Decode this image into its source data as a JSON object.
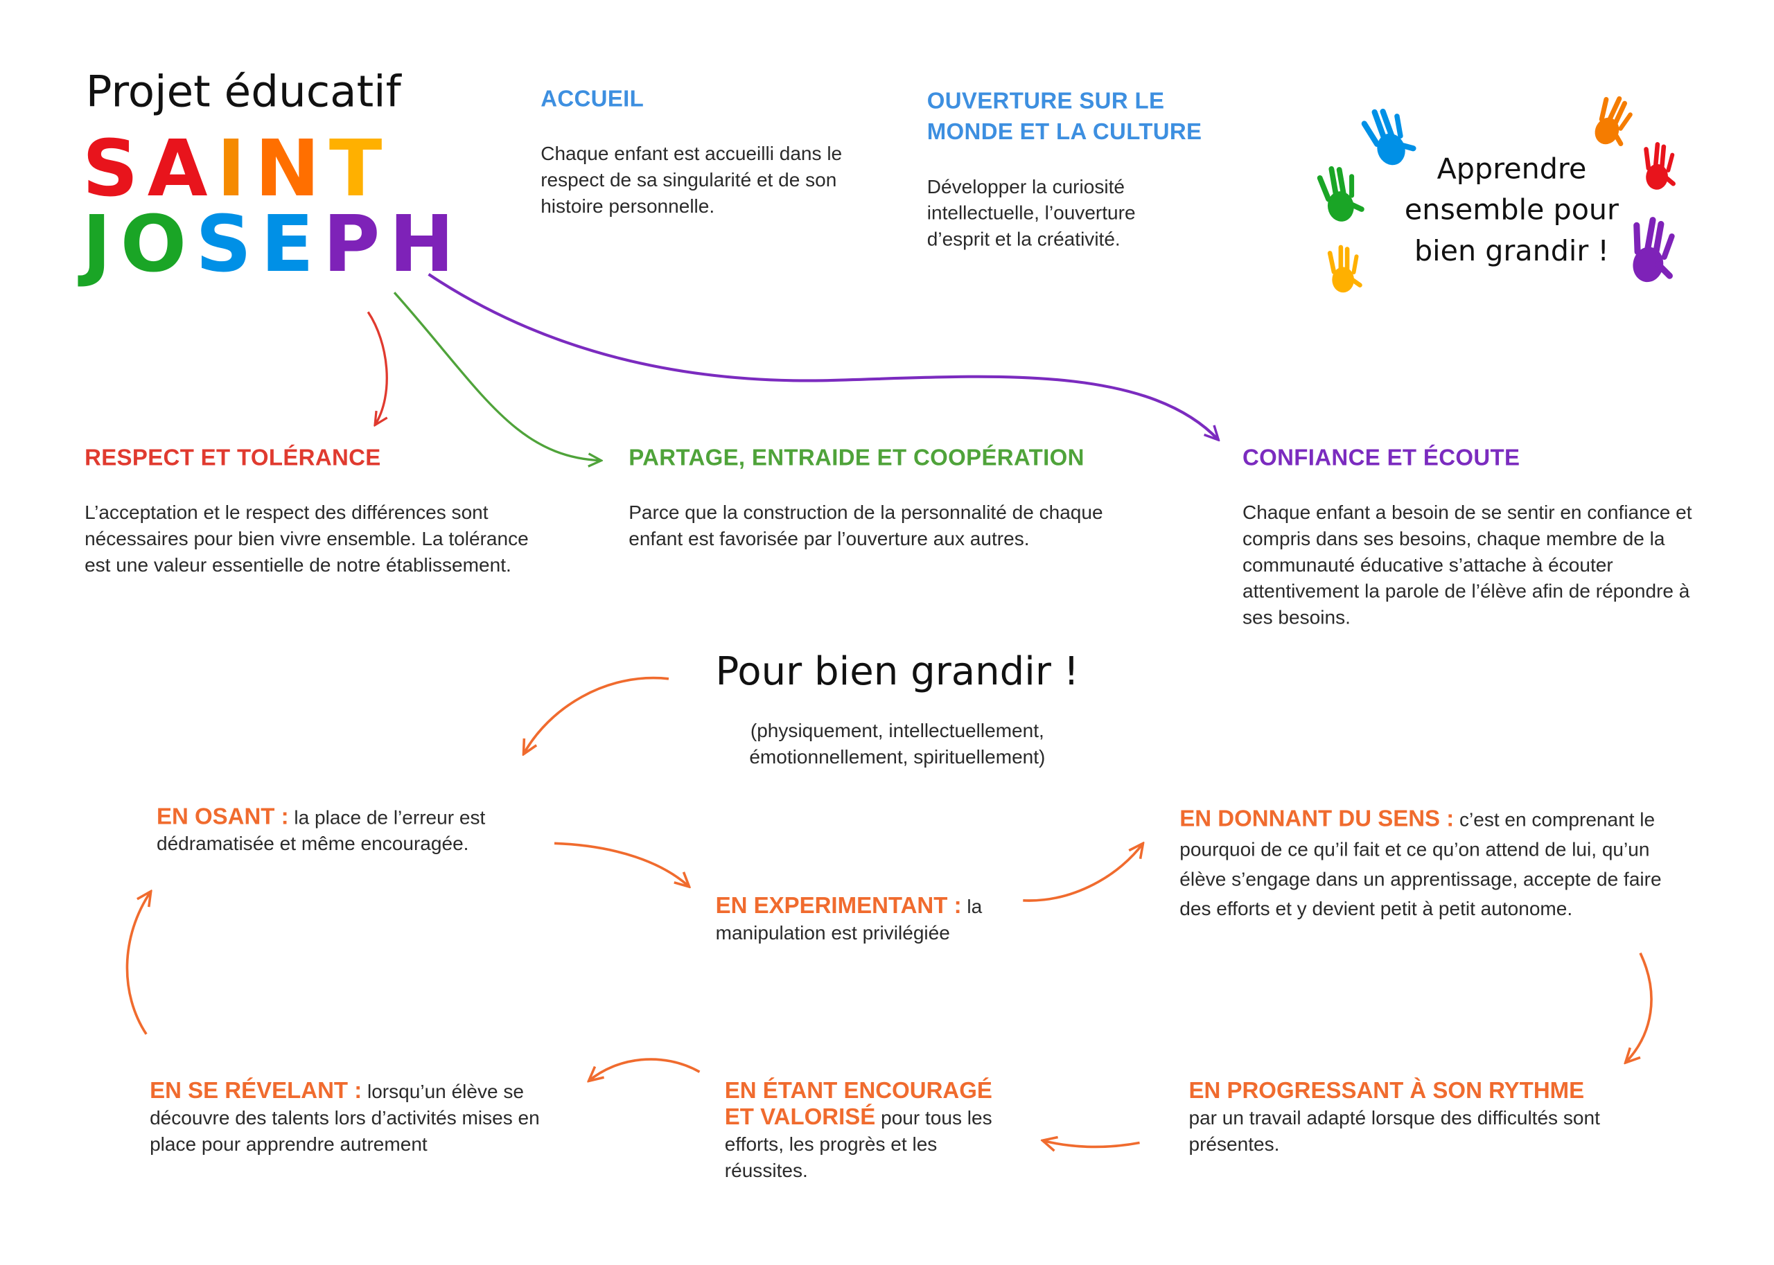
{
  "header": {
    "subtitle": "Projet éducatif",
    "title_line1": [
      "S",
      "A",
      "I",
      "N",
      "T"
    ],
    "title_line2": [
      "J",
      "O",
      "S",
      "E",
      "P",
      "H"
    ],
    "title_line1_colors": [
      "#e8141c",
      "#e8141c",
      "#f58a00",
      "#ff6f00",
      "#ffb000"
    ],
    "title_line2_colors": [
      "#1aa526",
      "#1aa526",
      "#0090e6",
      "#0090e6",
      "#7e22b8",
      "#7e22b8"
    ]
  },
  "top_values": [
    {
      "title": "ACCUEIL",
      "text": "Chaque enfant est accueilli dans le respect de sa singularité et de son histoire personnelle.",
      "color": "#3d8fe0"
    },
    {
      "title": "OUVERTURE SUR LE MONDE ET LA CULTURE",
      "text": "Développer la curiosité intellectuelle, l’ouverture d’esprit et la créativité.",
      "color": "#3d8fe0"
    }
  ],
  "motto": {
    "line1": "Apprendre",
    "line2": "ensemble pour",
    "line3": "bien grandir !"
  },
  "hands_colors": [
    "#0090e6",
    "#1aa526",
    "#ffb000",
    "#f57c00",
    "#e8141c",
    "#7e22b8"
  ],
  "values": [
    {
      "title": "RESPECT ET TOLÉRANCE",
      "text": "L’acceptation et le respect des différences sont nécessaires pour bien vivre ensemble. La tolérance est une valeur essentielle de notre établissement.",
      "color": "#e03a2f"
    },
    {
      "title": "PARTAGE, ENTRAIDE ET COOPÉRATION",
      "text": "Parce que la construction de la personnalité de chaque enfant est favorisée par l’ouverture aux autres.",
      "color": "#4fa33a"
    },
    {
      "title": "CONFIANCE ET ÉCOUTE",
      "text": "Chaque enfant a besoin de se sentir en confiance et compris dans ses besoins, chaque membre de la communauté éducative s’attache à écouter attentivement la parole de l’élève afin de répondre à ses besoins.",
      "color": "#7b2bbf"
    }
  ],
  "grow": {
    "title": "Pour bien grandir !",
    "subtitle_line1": "(physiquement, intellectuellement,",
    "subtitle_line2": "émotionnellement, spirituellement)"
  },
  "cycle": {
    "color": "#f06b2e",
    "osant": {
      "label": "EN OSANT :",
      "text": " la place de l’erreur est dédramatisée et même encouragée."
    },
    "experimentant": {
      "label": "EN EXPERIMENTANT :",
      "text": " la manipulation est privilégiée"
    },
    "sens": {
      "label": "EN DONNANT DU SENS :",
      "text": " c’est en comprenant le pourquoi de ce qu’il fait et ce qu’on attend de lui, qu’un élève s’engage dans un apprentissage, accepte de faire des efforts et y devient petit à petit autonome."
    },
    "progressant": {
      "label": "EN PROGRESSANT À SON RYTHME",
      "text": " par un travail adapté lorsque des difficultés sont présentes."
    },
    "encourage": {
      "label": "EN ÉTANT ENCOURAGÉ ET VALORISÉ",
      "text": " pour tous les efforts, les progrès et les réussites."
    },
    "revelant": {
      "label": "EN SE RÉVELANT :",
      "text": " lorsqu’un élève se découvre des talents lors d’activités mises en place pour apprendre autrement"
    }
  }
}
